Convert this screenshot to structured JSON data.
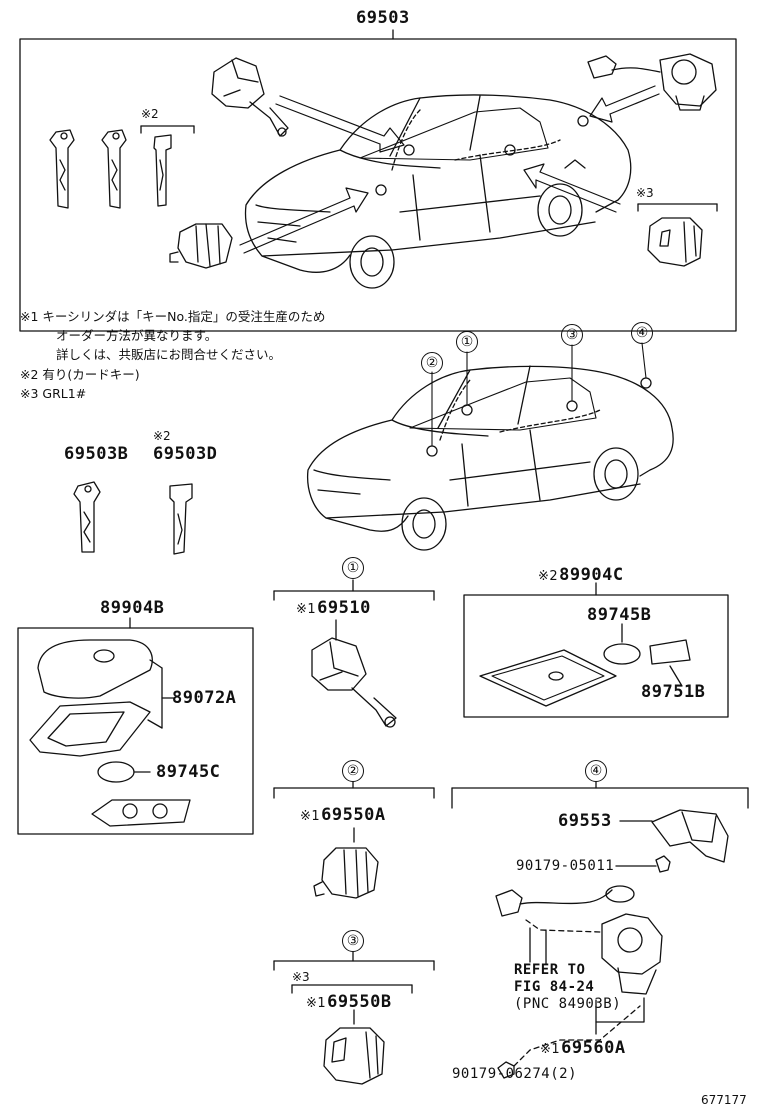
{
  "top": {
    "assembly_pn": "69503",
    "mark_card": "※2",
    "mark_grl": "※3"
  },
  "notes": [
    "※1 キーシリンダは「キーNo.指定」の受注生産のため",
    "オーダー方法が異なります。",
    "詳しくは、共販店にお問合せください。",
    "※2 有り(カードキー)",
    "※3 GRL1#"
  ],
  "callouts": {
    "c1": "①",
    "c2": "②",
    "c3": "③",
    "c4": "④"
  },
  "keys": {
    "pn_b": "69503B",
    "mark_d": "※2",
    "pn_d": "69503D"
  },
  "box_89904B": {
    "pn": "89904B",
    "item1": "89072A",
    "item2": "89745C"
  },
  "sec1": {
    "mark": "※1",
    "pn": "69510"
  },
  "box_89904C": {
    "mark": "※2",
    "pn": "89904C",
    "item1": "89745B",
    "item2": "89751B"
  },
  "sec2": {
    "mark": "※1",
    "pn": "69550A"
  },
  "sec3": {
    "mark_grl": "※3",
    "mark": "※1",
    "pn": "69550B"
  },
  "sec4": {
    "pn_cover": "69553",
    "pn_screw": "90179-05011",
    "ref1": "REFER TO",
    "ref2": "FIG 84-24",
    "ref3": "(PNC 84903B)",
    "mark": "※1",
    "pn_lock": "69560A",
    "pn_nut": "90179-06274(2)"
  },
  "diagram_id": "677177"
}
